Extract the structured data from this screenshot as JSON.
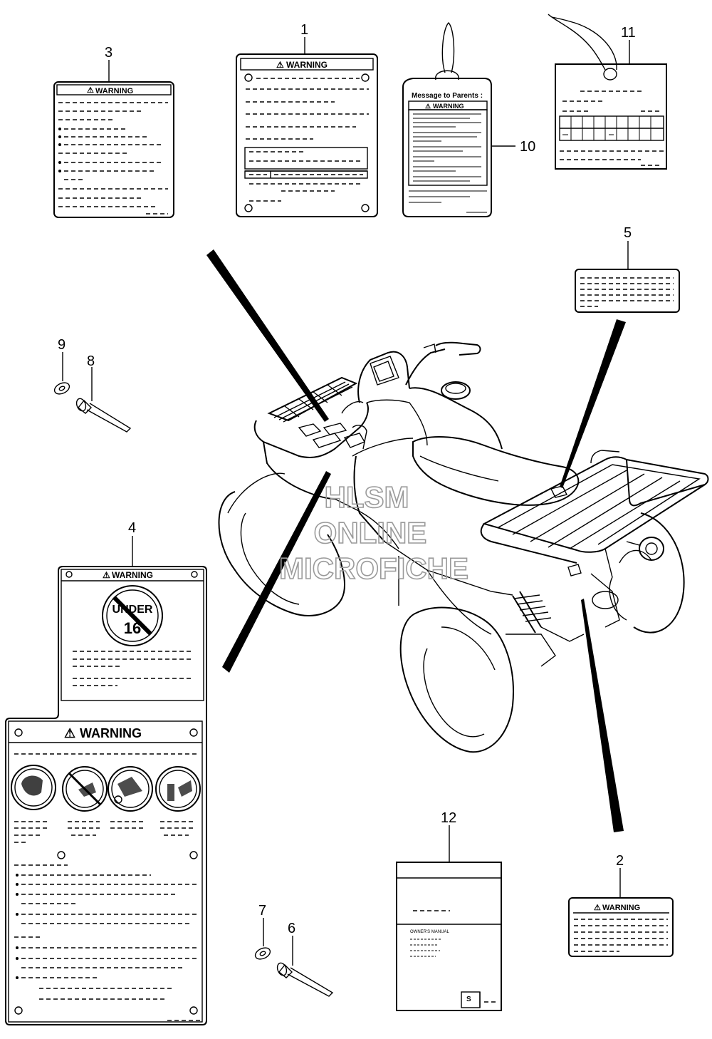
{
  "labels": {
    "warning": "WARNING",
    "message_to_parents": "Message to Parents :",
    "under": "UNDER",
    "age": "16",
    "owners_manual": "OWNER'S MANUAL"
  },
  "watermark": {
    "line1": "HLSM",
    "line2": "ONLINE",
    "line3": "MICROFICHE"
  },
  "callouts": {
    "c1": "1",
    "c2": "2",
    "c3": "3",
    "c4": "4",
    "c5": "5",
    "c6": "6",
    "c7": "7",
    "c8": "8",
    "c9": "9",
    "c10": "10",
    "c11": "11",
    "c12": "12"
  },
  "colors": {
    "line": "#000000",
    "watermark": "#9a9a9a"
  }
}
